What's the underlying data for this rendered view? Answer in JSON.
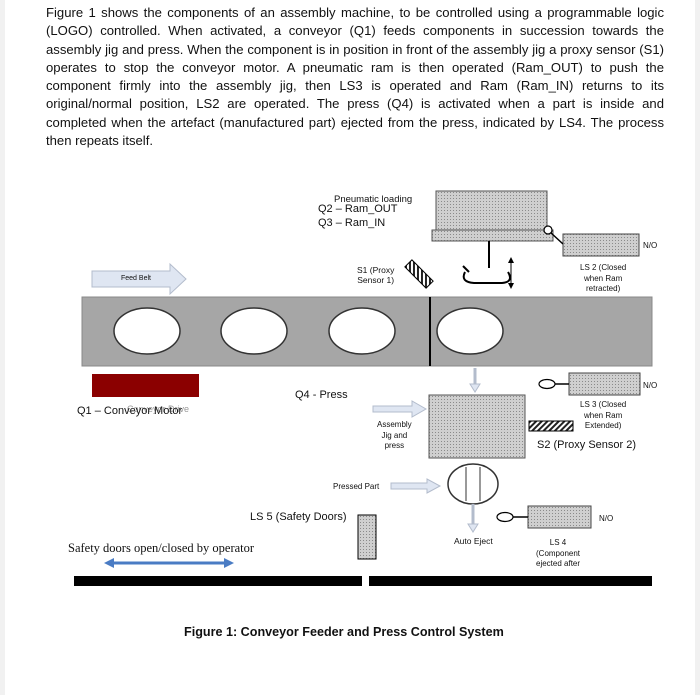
{
  "paragraph": "Figure 1 shows the components of an assembly machine, to be controlled using a programmable logic (LOGO) controlled. When activated, a conveyor (Q1) feeds components in succession towards the assembly jig and press. When the component is in position in front of the assembly jig a proxy sensor (S1) operates to stop the conveyor motor. A pneumatic ram is then operated (Ram_OUT) to push the component firmly into the assembly jig, then LS3 is operated and Ram (Ram_IN) returns to its original/normal position, LS2 are operated. The press (Q4) is activated when a part is inside and completed when the artefact (manufactured part) ejected from the press, indicated by LS4. The process then repeats itself.",
  "diagram": {
    "pneumatic_loading": "Pneumatic loading",
    "q2": "Q2 – Ram_OUT",
    "q3": "Q3 – Ram_IN",
    "feed_belt": "Feed Belt",
    "s1": "S1 (Proxy\nSensor 1)",
    "ls2_no": "N/O",
    "ls2": "LS 2 (Closed\nwhen Ram\nretracted)",
    "ls3_no": "N/O",
    "ls3": "LS 3 (Closed\nwhen Ram\nExtended)",
    "q1": "Q1 – Conveyor Motor",
    "q1_overlap": "Conveyor Drive",
    "q4": "Q4 - Press",
    "assembly": "Assembly\nJig and\npress",
    "s2": "S2 (Proxy Sensor 2)",
    "pressed_part": "Pressed Part",
    "ls5": "LS 5 (Safety Doors)",
    "auto_eject": "Auto Eject",
    "ls4_no": "N/O",
    "ls4": "LS 4\n(Component\nejected after",
    "safety": "Safety doors open/closed by operator",
    "caption": "Figure 1: Conveyor Feeder and Press Control System"
  },
  "colors": {
    "conveyor": "#a6a6a6",
    "motor": "#8b0000",
    "arrow_fill": "#dfe6f2",
    "double_arrow": "#4a7cc4",
    "rail": "#000000"
  }
}
